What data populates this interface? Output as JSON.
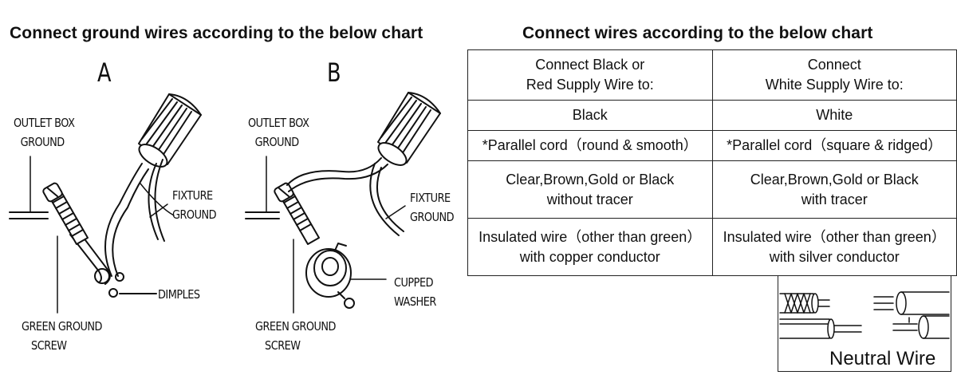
{
  "headings": {
    "ground": "Connect ground wires according to the below chart",
    "wires": "Connect wires according to the below chart"
  },
  "diagram_a": {
    "letter": "A",
    "outlet_box_line1": "OUTLET BOX",
    "outlet_box_line2": "GROUND",
    "fixture_line1": "FIXTURE",
    "fixture_line2": "GROUND",
    "dimples": "DIMPLES",
    "screw_line1": "GREEN GROUND",
    "screw_line2": "SCREW"
  },
  "diagram_b": {
    "letter": "B",
    "outlet_box_line1": "OUTLET BOX",
    "outlet_box_line2": "GROUND",
    "fixture_line1": "FIXTURE",
    "fixture_line2": "GROUND",
    "washer_line1": "CUPPED",
    "washer_line2": "WASHER",
    "screw_line1": "GREEN GROUND",
    "screw_line2": "SCREW"
  },
  "wire_table": {
    "header": [
      [
        "Connect Black or",
        "Red Supply Wire to:"
      ],
      [
        "Connect",
        "White Supply Wire to:"
      ]
    ],
    "rows": [
      [
        [
          "Black"
        ],
        [
          "White"
        ]
      ],
      [
        [
          "*Parallel cord（round & smooth）"
        ],
        [
          "*Parallel cord（square & ridged）"
        ]
      ],
      [
        [
          "Clear,Brown,Gold or Black",
          "without tracer"
        ],
        [
          "Clear,Brown,Gold or Black",
          "with tracer"
        ]
      ],
      [
        [
          "Insulated wire（other than green）",
          "with copper conductor"
        ],
        [
          "Insulated wire（other than green）",
          "with silver conductor"
        ]
      ]
    ]
  },
  "neutral": {
    "label": "Neutral Wire"
  }
}
